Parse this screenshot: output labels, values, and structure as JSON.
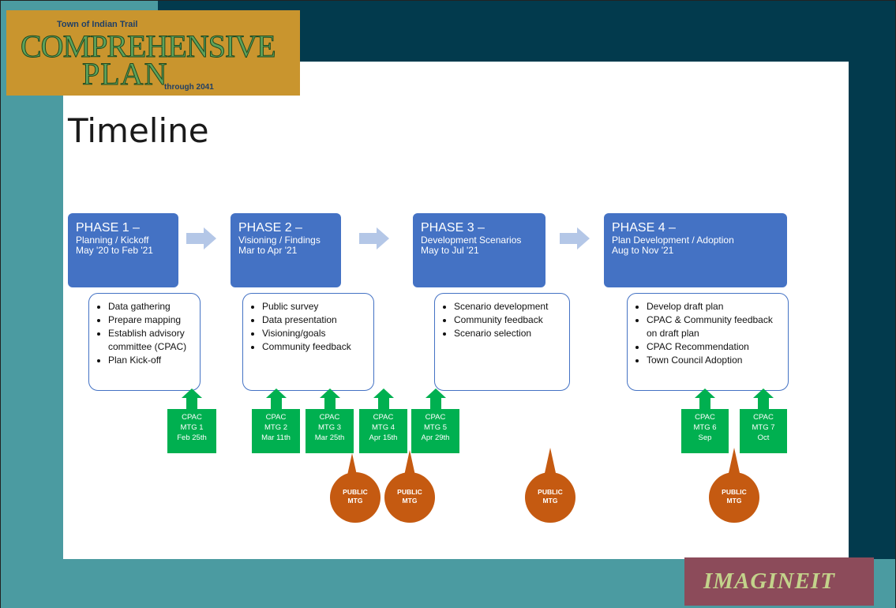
{
  "logo": {
    "town": "Town of Indian Trail",
    "line1": "COMPREHENSIVE",
    "line2": "PLAN",
    "through": "through 2041"
  },
  "title": "Timeline",
  "phases": [
    {
      "title": "PHASE 1 –",
      "sub1": "Planning / Kickoff",
      "sub2": "May '20 to Feb '21"
    },
    {
      "title": "PHASE 2 –",
      "sub1": "Visioning / Findings",
      "sub2": "Mar to Apr '21"
    },
    {
      "title": "PHASE 3 –",
      "sub1": "Development Scenarios",
      "sub2": "May to Jul '21"
    },
    {
      "title": "PHASE 4 –",
      "sub1": "Plan Development / Adoption",
      "sub2": "Aug to Nov '21"
    }
  ],
  "tasks": [
    [
      "Data gathering",
      "Prepare mapping",
      "Establish advisory committee (CPAC)",
      "Plan Kick-off"
    ],
    [
      "Public survey",
      "Data presentation",
      "Visioning/goals",
      "Community feedback"
    ],
    [
      "Scenario development",
      "Community feedback",
      "Scenario selection"
    ],
    [
      "Develop draft plan",
      "CPAC & Community feedback on draft plan",
      "CPAC Recommendation",
      "Town Council Adoption"
    ]
  ],
  "cpac": [
    {
      "l1": "CPAC",
      "l2": "MTG 1",
      "l3": "Feb 25th"
    },
    {
      "l1": "CPAC",
      "l2": "MTG 2",
      "l3": "Mar 11th"
    },
    {
      "l1": "CPAC",
      "l2": "MTG 3",
      "l3": "Mar 25th"
    },
    {
      "l1": "CPAC",
      "l2": "MTG 4",
      "l3": "Apr 15th"
    },
    {
      "l1": "CPAC",
      "l2": "MTG 5",
      "l3": "Apr 29th"
    },
    {
      "l1": "CPAC",
      "l2": "MTG 6",
      "l3": "Sep"
    },
    {
      "l1": "CPAC",
      "l2": "MTG 7",
      "l3": "Oct"
    }
  ],
  "public_meeting": {
    "l1": "PUBLIC",
    "l2": "MTG"
  },
  "footer_logo": "IMAGINEIT",
  "colors": {
    "phase_blue": "#4472c4",
    "cpac_green": "#00b050",
    "public_orange": "#c55a11",
    "bg_dark": "#023a4d",
    "bg_teal": "#4b9ba1",
    "logo_gold": "#c9952e"
  }
}
